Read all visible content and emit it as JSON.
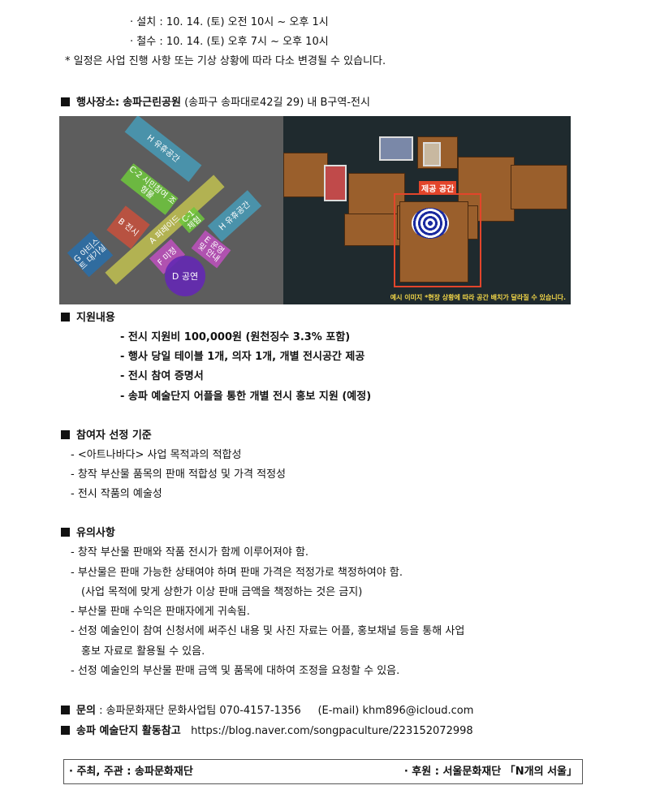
{
  "schedule": {
    "install": "· 설치 : 10. 14. (토) 오전 10시 ~ 오후 1시",
    "remove": "· 철수 : 10. 14. (토) 오후 7시 ~ 오후 10시",
    "note": "* 일정은 사업 진행 사항 또는 기상 상황에 따라 다소 변경될 수 있습니다."
  },
  "venue": {
    "label": "행사장소:",
    "name": "송파근린공원",
    "detail": "(송파구 송파대로42길 29) 내 B구역-전시"
  },
  "map": {
    "zones": {
      "h1": "H 유휴공간",
      "c2": "C-2 시민참여 조형물",
      "b": "B 전시",
      "a": "A 퍼레이드",
      "c1": "C-1 체험",
      "h2": "H 유휴공간",
      "e": "E 운영 및 안내",
      "f": "F 미정",
      "g": "G 아티스트 대기실",
      "d": "D 공연"
    }
  },
  "photo": {
    "tag": "제공 공간",
    "caption": "예시 이미지 *현장 상황에 따라 공간 배치가 달라질 수 있습니다."
  },
  "support": {
    "heading": "지원내용",
    "items": [
      "- 전시 지원비 100,000원 (원천징수 3.3% 포함)",
      "- 행사 당일 테이블 1개, 의자 1개, 개별 전시공간 제공",
      "- 전시 참여 증명서",
      "- 송파 예술단지 어플을 통한 개별 전시 홍보 지원 (예정)"
    ]
  },
  "criteria": {
    "heading": "참여자 선정 기준",
    "items": [
      "- <아트나바다> 사업 목적과의 적합성",
      "- 창작 부산물 품목의 판매 적합성 및 가격 적정성",
      "- 전시 작품의 예술성"
    ]
  },
  "notes": {
    "heading": "유의사항",
    "items": [
      "- 창작 부산물 판매와 작품 전시가 함께 이루어져야 함.",
      "- 부산물은 판매 가능한 상태여야 하며 판매 가격은 적정가로 책정하여야 함.",
      "(사업 목적에 맞게 상한가 이상 판매 금액을 책정하는 것은 금지)",
      "- 부산물 판매 수익은 판매자에게 귀속됨.",
      "- 선정 예술인이 참여 신청서에 써주신 내용 및 사진 자료는 어플, 홍보채널 등을 통해 사업",
      "홍보 자료로 활용될 수 있음.",
      "- 선정 예술인의 부산물 판매 금액 및 품목에 대하여 조정을 요청할 수 있음."
    ]
  },
  "contact": {
    "label": "문의",
    "text": ": 송파문화재단 문화사업팀 070-4157-1356",
    "email": "(E-mail) khm896@icloud.com"
  },
  "reference": {
    "label": "송파 예술단지 활동참고",
    "url": "https://blog.naver.com/songpaculture/223152072998"
  },
  "footer": {
    "host": "· 주최, 주관 : 송파문화재단",
    "sponsor": "· 후원 : 서울문화재단 「N개의 서울」"
  }
}
